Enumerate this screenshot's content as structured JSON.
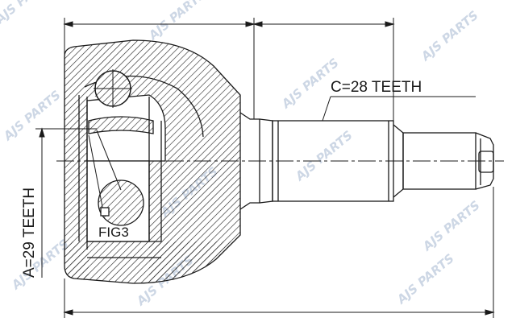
{
  "labels": {
    "spline_a": "A=29 TEETH",
    "spline_c": "C=28 TEETH",
    "fig": "FIG3"
  },
  "watermark": {
    "text": "AJS PARTS",
    "color": "#4a6fa3"
  },
  "colors": {
    "line": "#1a1a1a",
    "hatch": "#222222",
    "background": "#ffffff"
  }
}
